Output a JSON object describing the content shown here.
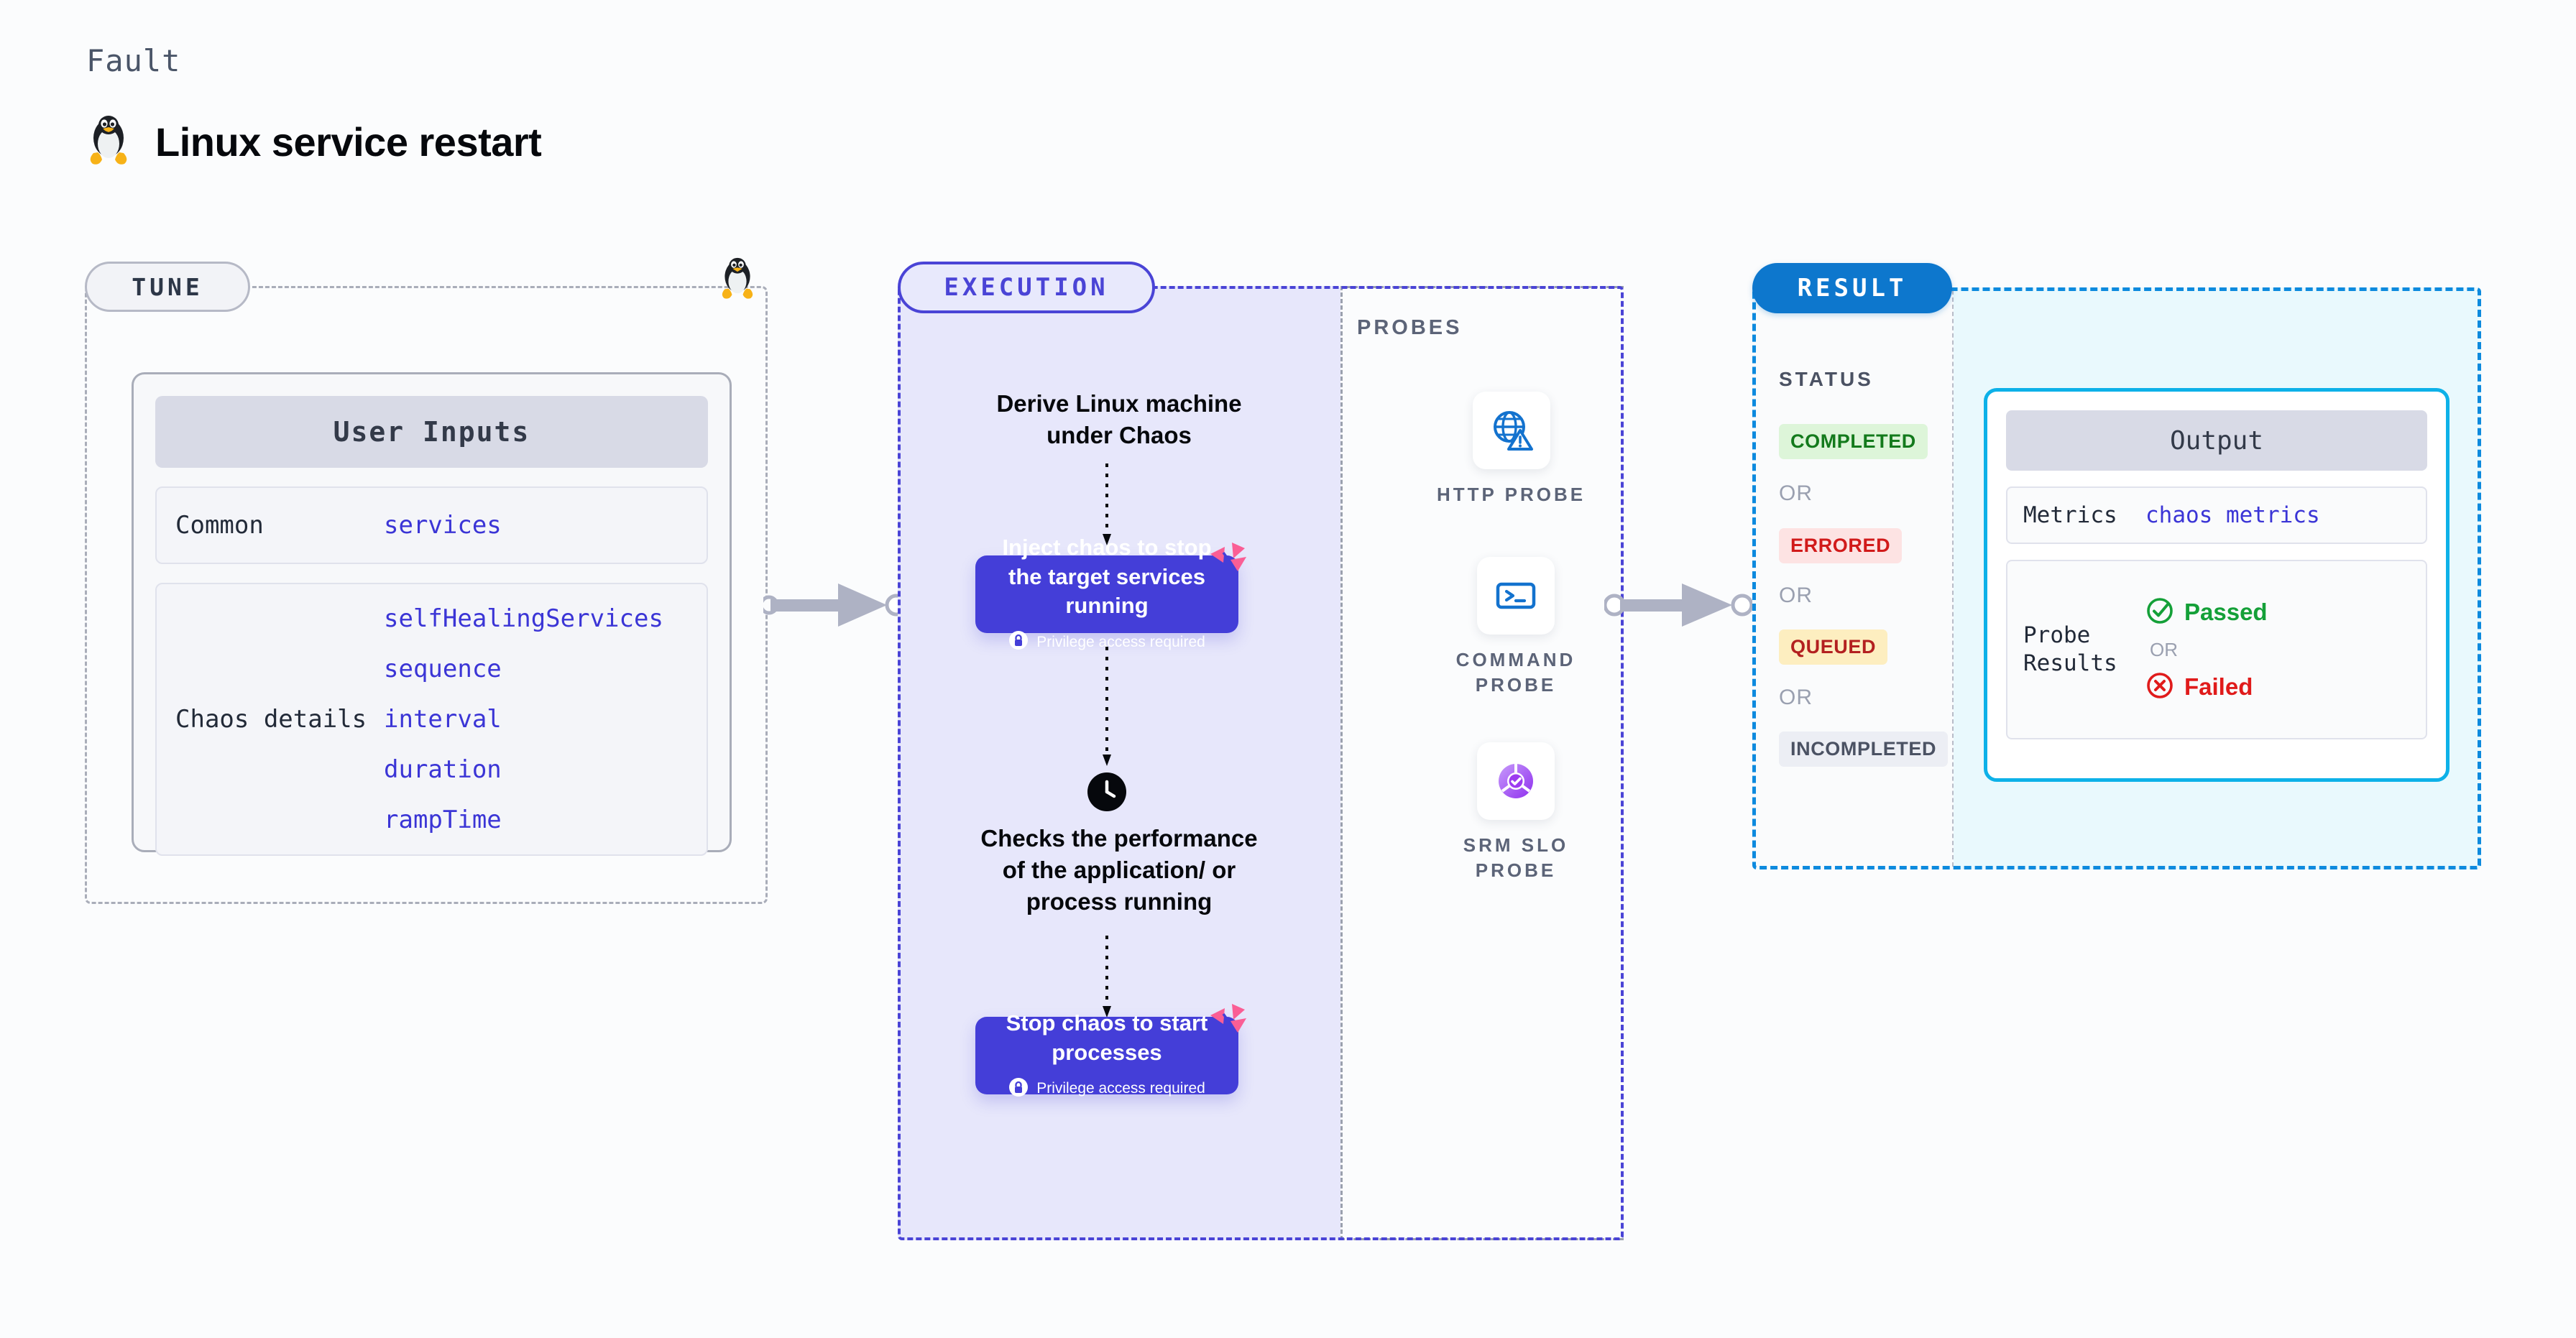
{
  "header": {
    "eyebrow": "Fault",
    "title": "Linux service restart",
    "icon": "linux-penguin-icon"
  },
  "tune": {
    "pill_label": "TUNE",
    "card_title": "User Inputs",
    "rows": [
      {
        "label": "Common",
        "values": [
          "services"
        ]
      },
      {
        "label": "Chaos details",
        "values": [
          "selfHealingServices",
          "sequence",
          "interval",
          "duration",
          "rampTime"
        ]
      }
    ]
  },
  "execution": {
    "pill_label": "EXECUTION",
    "steps": [
      {
        "type": "text",
        "title": "Derive Linux machine under Chaos"
      },
      {
        "type": "card",
        "title": "Inject chaos to stop the target services running",
        "note": "Privilege access required",
        "badge": "harness-logo-icon",
        "lock_icon": "lock-icon"
      },
      {
        "type": "text",
        "title": "Checks the performance of the application/ or process running",
        "icon": "clock-icon"
      },
      {
        "type": "card",
        "title": "Stop chaos to start processes",
        "note": "Privilege access required",
        "badge": "harness-logo-icon",
        "lock_icon": "lock-icon"
      }
    ],
    "probes": {
      "label": "PROBES",
      "items": [
        {
          "name": "HTTP PROBE",
          "icon": "globe-warning-icon"
        },
        {
          "name": "COMMAND PROBE",
          "icon": "terminal-prompt-icon"
        },
        {
          "name": "SRM SLO PROBE",
          "icon": "slo-donut-check-icon"
        }
      ]
    }
  },
  "result": {
    "pill_label": "RESULT",
    "status_label": "STATUS",
    "or_label": "OR",
    "statuses": [
      {
        "label": "COMPLETED",
        "bg": "#ddf5d9",
        "fg": "#137a1c"
      },
      {
        "label": "ERRORED",
        "bg": "#fde3e3",
        "fg": "#d11a1a"
      },
      {
        "label": "QUEUED",
        "bg": "#fdeec0",
        "fg": "#b32020"
      },
      {
        "label": "INCOMPLETED",
        "bg": "#eceef4",
        "fg": "#4b5263"
      }
    ],
    "output": {
      "title": "Output",
      "metrics_label": "Metrics",
      "metrics_value": "chaos metrics",
      "probe_label": "Probe Results",
      "passed_label": "Passed",
      "failed_label": "Failed",
      "or_label": "OR",
      "passed_icon": "check-circle-icon",
      "failed_icon": "x-circle-icon"
    }
  },
  "colors": {
    "tune_border": "#a9adb9",
    "exec_accent": "#4a44d6",
    "exec_fill": "#e7e7fb",
    "result_accent": "#0d8ade",
    "result_pill": "#0d77cd",
    "output_border": "#0db1e8",
    "card_purple": "#443ed8",
    "harness_pink": "#ff5e9a",
    "value_blue": "#3b35d6",
    "connector_grey": "#aeb2c4"
  }
}
